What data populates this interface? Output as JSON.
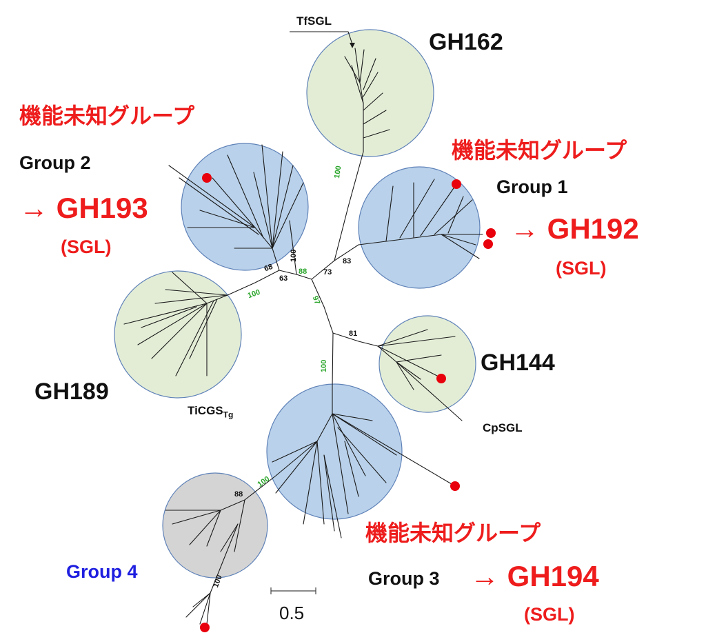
{
  "colors": {
    "red_text": "#ee1c1c",
    "blue_text": "#1f1fe0",
    "green_circle": "#e3edd6",
    "blue_circle": "#b9d1ea",
    "gray_circle": "#d4d4d4",
    "circle_stroke": "#5f82b8",
    "bootstrap_green": "#2aa52a",
    "leaf_marker": "#e8000c"
  },
  "families": {
    "gh162": "GH162",
    "gh144": "GH144",
    "gh189": "GH189"
  },
  "leaves": {
    "tfsgl": "TfSGL",
    "cpsgl": "CpSGL",
    "ticgs_main": "TiCGS",
    "ticgs_sub": "Tg"
  },
  "groups": {
    "group1": {
      "note": "機能未知グループ",
      "name": "Group 1",
      "arrow": "→",
      "new_family": "GH192",
      "paren": "(SGL)"
    },
    "group2": {
      "note": "機能未知グループ",
      "name": "Group 2",
      "arrow": "→",
      "new_family": "GH193",
      "paren": "(SGL)"
    },
    "group3": {
      "note": "機能未知グループ",
      "name": "Group 3",
      "arrow": "→",
      "new_family": "GH194",
      "paren": "(SGL)"
    },
    "group4": {
      "name": "Group 4"
    }
  },
  "bootstrap": {
    "b100_gh162": "100",
    "b88_center": "88",
    "b97_center": "97",
    "b100_gh189": "100",
    "b100_group3": "100",
    "b100_group4": "100",
    "b100_group2": "100",
    "b63": "63",
    "b68": "68",
    "b73": "73",
    "b83": "83",
    "b81": "81",
    "b88_group4": "88",
    "b100_group4_tail": "100"
  },
  "scale_bar": {
    "label": "0.5"
  }
}
